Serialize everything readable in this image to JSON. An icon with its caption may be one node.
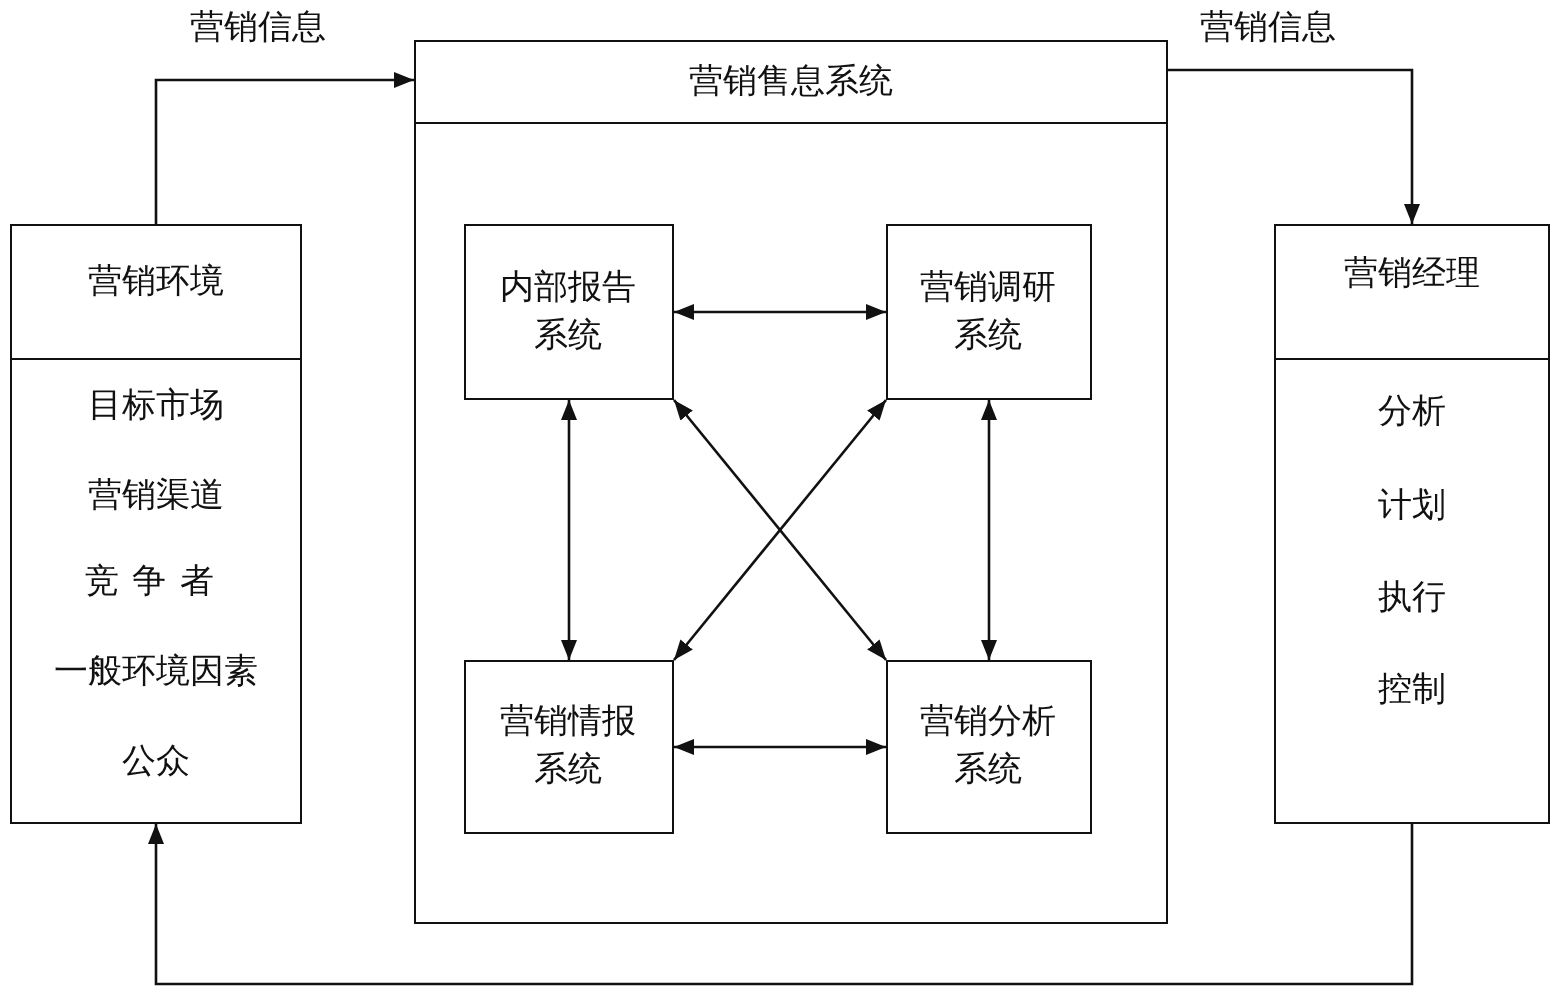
{
  "diagram": {
    "nodes": [
      {
        "text": [
          "营销环境",
          "目标市场",
          "营销渠道",
          "竞争者",
          "一般环境因素",
          "公众"
        ]
      },
      {
        "text": [
          "营销售息系统"
        ]
      },
      {
        "text": [
          "内部报告系统"
        ],
        "in": 1
      },
      {
        "text": [
          "营销调研系统"
        ],
        "in": 1
      },
      {
        "text": [
          "营销情报系统"
        ],
        "in": 1
      },
      {
        "text": [
          "营销分析系统"
        ],
        "in": 1
      },
      {
        "text": [
          "营销经理",
          "分析",
          "计划",
          "执行",
          "控制"
        ]
      }
    ],
    "edges": [
      {
        "from": 0,
        "to": 1,
        "arrow": "to",
        "label": "营销信息"
      },
      {
        "from": 1,
        "to": 6,
        "arrow": "to",
        "label": "营销信息"
      },
      {
        "from": 6,
        "to": 0,
        "arrow": "to"
      },
      {
        "from": 2,
        "to": 3,
        "arrow": "both"
      },
      {
        "from": 2,
        "to": 4,
        "arrow": "both"
      },
      {
        "from": 3,
        "to": 5,
        "arrow": "both"
      },
      {
        "from": 4,
        "to": 5,
        "arrow": "both"
      },
      {
        "from": 2,
        "to": 5,
        "arrow": "both"
      },
      {
        "from": 3,
        "to": 4,
        "arrow": "both"
      }
    ]
  }
}
